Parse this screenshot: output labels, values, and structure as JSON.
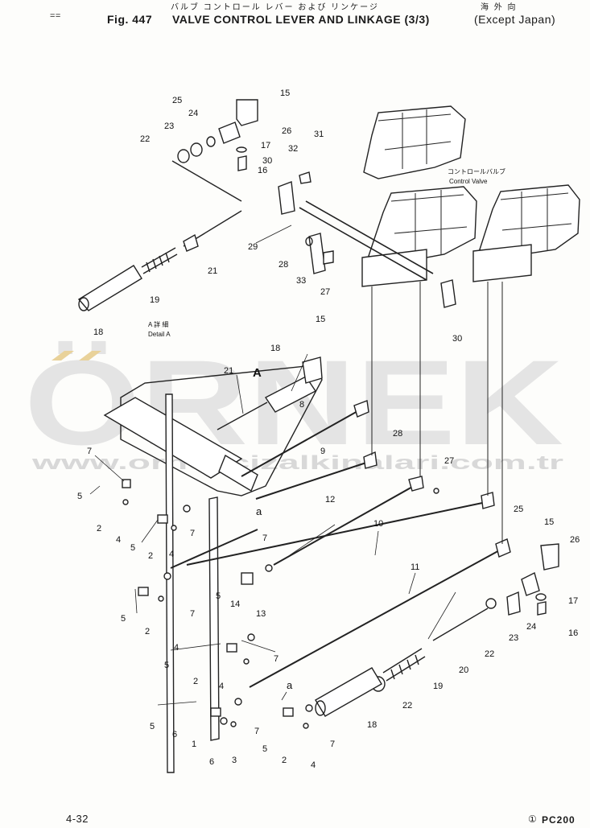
{
  "header": {
    "jp_line": "バルブ コントロール レバー および リンケージ",
    "jp_region": "海 外 向",
    "fig_label": "Fig. 447",
    "title": "VALVE CONTROL LEVER AND LINKAGE (3/3)",
    "region": "(Except Japan)",
    "corner_mark": "=="
  },
  "annotations": {
    "control_valve_jp": "コントロールバルブ",
    "control_valve_en": "Control Valve",
    "detail_jp": "A 詳 細",
    "detail_en": "Detail A",
    "view_a": "A",
    "ref_a1": "a",
    "ref_a2": "a"
  },
  "callouts": {
    "c25a": "25",
    "c15a": "15",
    "c24a": "24",
    "c26a": "26",
    "c23a": "23",
    "c22a": "22",
    "c17a": "17",
    "c31a": "31",
    "c32a": "32",
    "c16a": "16",
    "c30a": "30",
    "c29a": "29",
    "c28a": "28",
    "c33a": "33",
    "c27a": "27",
    "c21a": "21",
    "c19a": "19",
    "c18a": "18",
    "c30b": "30",
    "c15b": "15",
    "c18b": "18",
    "c21b": "21",
    "c8": "8",
    "c9": "9",
    "c28b": "28",
    "c27b": "27",
    "c7a": "7",
    "c5a": "5",
    "c2a": "2",
    "c4a": "4",
    "c5b": "5",
    "c2b": "2",
    "c4b": "4",
    "c7b": "7",
    "c12": "12",
    "c7c": "7",
    "c10": "10",
    "c5c": "5",
    "c14": "14",
    "c13": "13",
    "c11": "11",
    "c7d": "7",
    "c2c": "2",
    "c4c": "4",
    "c5d": "5",
    "c2d": "2",
    "c7e": "7",
    "c4d": "4",
    "c5e": "5",
    "c6a": "6",
    "c1": "1",
    "c6b": "6",
    "c3": "3",
    "c7f": "7",
    "c5f": "5",
    "c2e": "2",
    "c4e": "4",
    "c7g": "7",
    "c18c": "18",
    "c22b": "22",
    "c19b": "19",
    "c20": "20",
    "c22c": "22",
    "c23b": "23",
    "c24b": "24",
    "c16b": "16",
    "c17b": "17",
    "c25b": "25",
    "c15c": "15",
    "c26b": "26"
  },
  "footer": {
    "page": "4-32",
    "model": "PC200",
    "model_mark": "①"
  },
  "watermark": {
    "brand": "ÖRNEK",
    "url": "www.ornekcizalkinalari.com.tr",
    "color": "#e3e3e3"
  }
}
